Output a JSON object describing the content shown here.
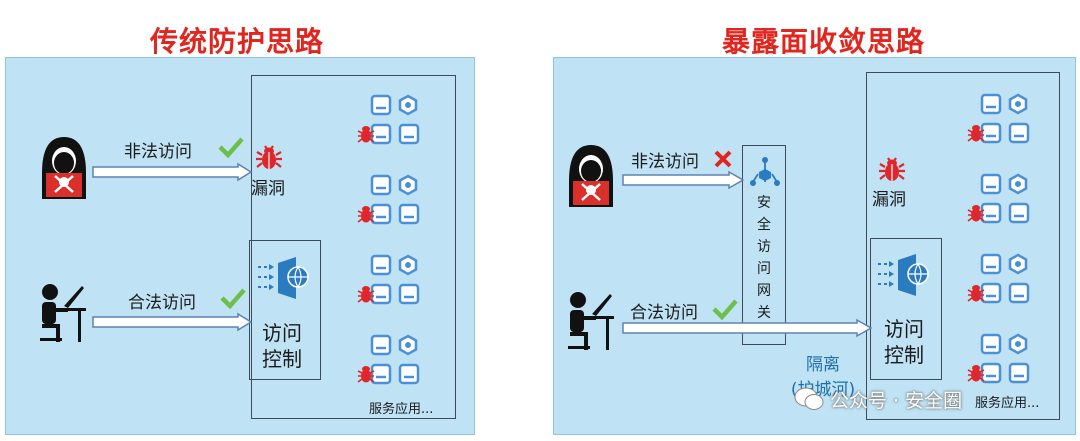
{
  "left": {
    "title": "传统防护思路",
    "illegal_label": "非法访问",
    "legal_label": "合法访问",
    "vuln_label": "漏洞",
    "access_control_label": [
      "访问",
      "控制"
    ],
    "services_label": "服务应用..."
  },
  "right": {
    "title": "暴露面收敛思路",
    "illegal_label": "非法访问",
    "legal_label": "合法访问",
    "gateway_label": [
      "安",
      "全",
      "访",
      "问",
      "网",
      "关"
    ],
    "vuln_label": "漏洞",
    "isolation_label": [
      "隔离",
      "(护城河)"
    ],
    "access_control_label": [
      "访问",
      "控制"
    ],
    "services_label": "服务应用..."
  },
  "watermark": "公众号 · 安全圈",
  "colors": {
    "title": "#e0261f",
    "panel": "#bfe3f5",
    "arrow": "#5e82b0",
    "check": "#6cc04a",
    "cross": "#e0261f",
    "server": "#4a90d9",
    "bug": "#e0262a",
    "teal_text": "#1e6fa8"
  }
}
